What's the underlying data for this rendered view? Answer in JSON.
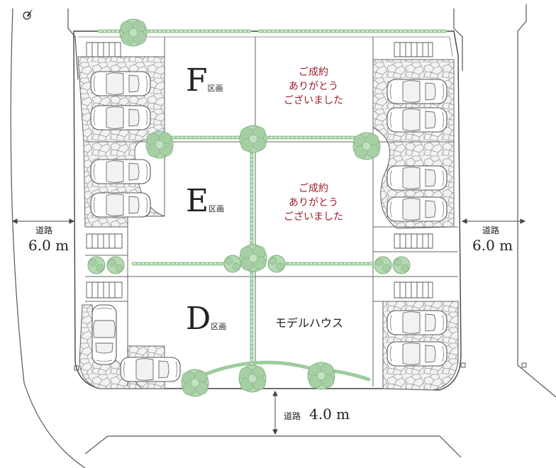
{
  "plots": [
    {
      "letter": "F",
      "suffix": "区画"
    },
    {
      "letter": "E",
      "suffix": "区画"
    },
    {
      "letter": "D",
      "suffix": "区画"
    }
  ],
  "sold_notice": {
    "line1": "ご成約",
    "line2": "ありがとう",
    "line3": "ございました"
  },
  "model_house": "モデルハウス",
  "roads": {
    "left": {
      "name": "道路",
      "width": "6.0 m"
    },
    "right": {
      "name": "道路",
      "width": "6.0 m"
    },
    "bottom": {
      "name": "道路",
      "width": "4.0 m"
    }
  },
  "colors": {
    "tree": "#a8d3a8",
    "path": "#cfe6cf",
    "sold_text": "#9a1f2b",
    "line": "#555555"
  }
}
